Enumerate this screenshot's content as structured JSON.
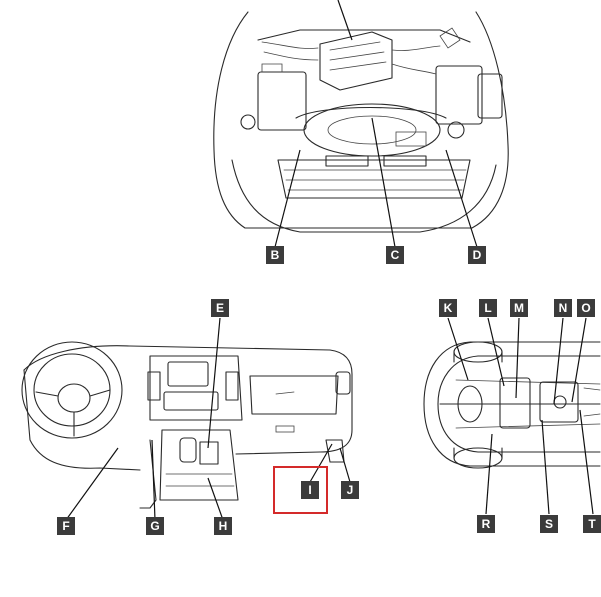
{
  "labels": {
    "b": "B",
    "c": "C",
    "d": "D",
    "e": "E",
    "f": "F",
    "g": "G",
    "h": "H",
    "i": "I",
    "j": "J",
    "k": "K",
    "l": "L",
    "m": "M",
    "n": "N",
    "o": "O",
    "r": "R",
    "s": "S",
    "t": "T"
  },
  "colors": {
    "label_bg": "#3b3b3b",
    "label_text": "#ffffff",
    "highlight": "#d42a2a",
    "line": "#2a2a2a"
  },
  "highlighted_label": "I"
}
